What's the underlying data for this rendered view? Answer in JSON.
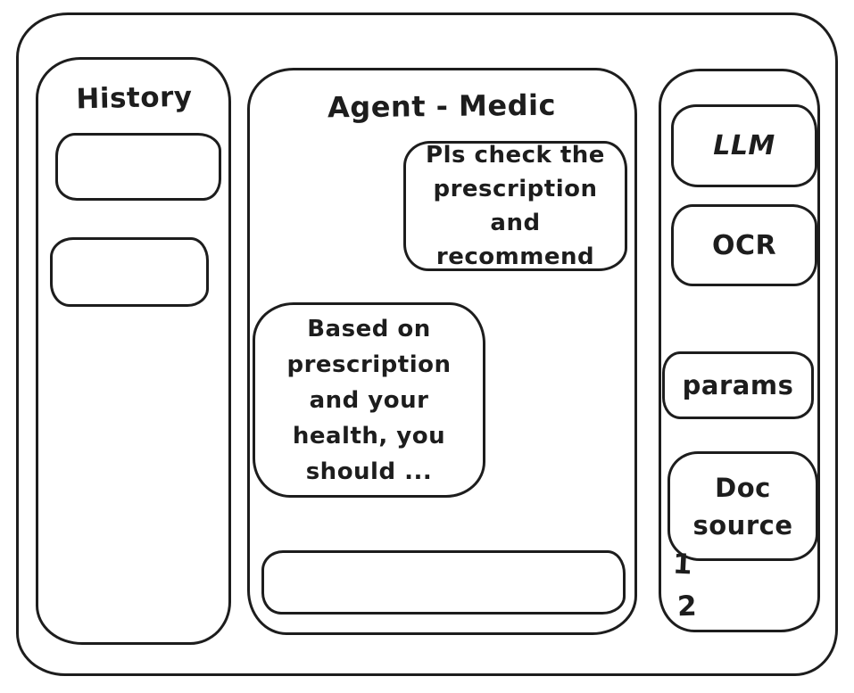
{
  "window": {
    "background": "#ffffff",
    "stroke": "#1d1d1d"
  },
  "history_panel": {
    "title": "History",
    "items": [
      {
        "label": ""
      },
      {
        "label": ""
      }
    ]
  },
  "chat_panel": {
    "title": "Agent - Medic",
    "messages": [
      {
        "role": "user",
        "text": "Pls check the prescription and recommend"
      },
      {
        "role": "assistant",
        "text": "Based on prescription and your health, you should ..."
      }
    ],
    "input": {
      "value": "",
      "placeholder": ""
    }
  },
  "tools_panel": {
    "llm_label": "LLM",
    "ocr_label": "OCR",
    "params_label": "params",
    "doc_source_label": "Doc source",
    "doc_source_items": [
      "1",
      "2"
    ]
  }
}
